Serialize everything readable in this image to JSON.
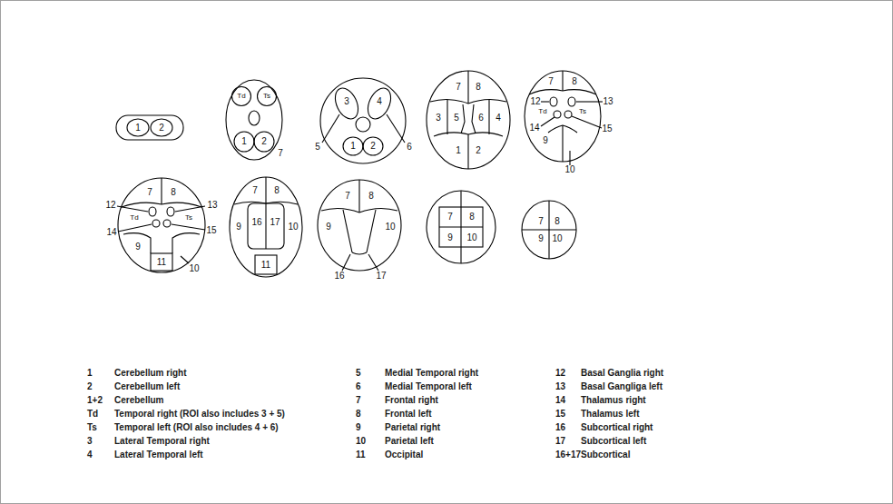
{
  "diagram": {
    "labels": [
      "1",
      "2",
      "Td",
      "Ts",
      "1",
      "2",
      "7",
      "3",
      "4",
      "5",
      "6",
      "1",
      "2",
      "7",
      "8",
      "3",
      "5",
      "6",
      "4",
      "1",
      "2",
      "7",
      "8",
      "12",
      "13",
      "Td",
      "Ts",
      "14",
      "15",
      "9",
      "10",
      "7",
      "8",
      "12",
      "13",
      "Td",
      "Ts",
      "14",
      "15",
      "9",
      "11",
      "10",
      "7",
      "8",
      "9",
      "16",
      "17",
      "10",
      "11",
      "7",
      "8",
      "9",
      "10",
      "16",
      "17",
      "7",
      "8",
      "9",
      "10",
      "7",
      "8",
      "9",
      "10",
      "1",
      "Cerebellum right",
      "2",
      "Cerebellum left",
      "1+2",
      "Cerebellum",
      "Td",
      "Temporal right (ROI also includes 3 + 5)",
      "Ts",
      "Temporal left (ROI also includes 4 + 6)",
      "3",
      "Lateral Temporal right",
      "4",
      "Lateral Temporal left",
      "5",
      "Medial Temporal right",
      "6",
      "Medial Temporal left",
      "7",
      "Frontal right",
      "8",
      "Frontal left",
      "9",
      "Parietal right",
      "10",
      "Parietal left",
      "11",
      "Occipital",
      "12",
      "Basal Ganglia right",
      "13",
      "Basal Gangliga left",
      "14",
      "Thalamus right",
      "15",
      "Thalamus left",
      "16",
      "Subcortical right",
      "17",
      "Subcortical left",
      "16+17",
      "Subcortical"
    ]
  }
}
